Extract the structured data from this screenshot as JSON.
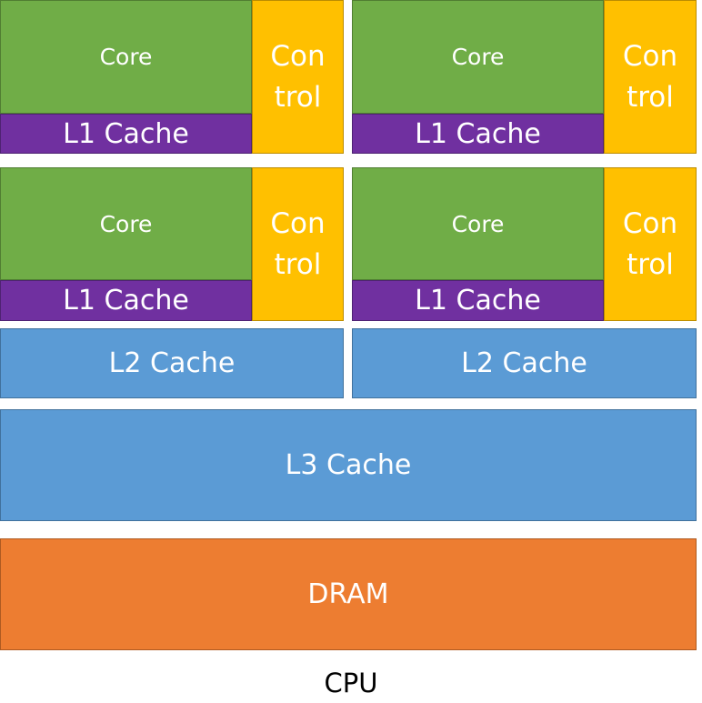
{
  "diagram": {
    "core_label": "Core",
    "l1_label": "L1 Cache",
    "control_label_line1": "Con",
    "control_label_line2": "trol",
    "l2_label": "L2 Cache",
    "l3_label": "L3 Cache",
    "dram_label": "DRAM",
    "cpu_label": "CPU"
  },
  "colors": {
    "core": "#70ad47",
    "l1_cache": "#7030a0",
    "control": "#ffc000",
    "l2_cache": "#5b9bd5",
    "l3_cache": "#5b9bd5",
    "dram": "#ed7d31"
  }
}
